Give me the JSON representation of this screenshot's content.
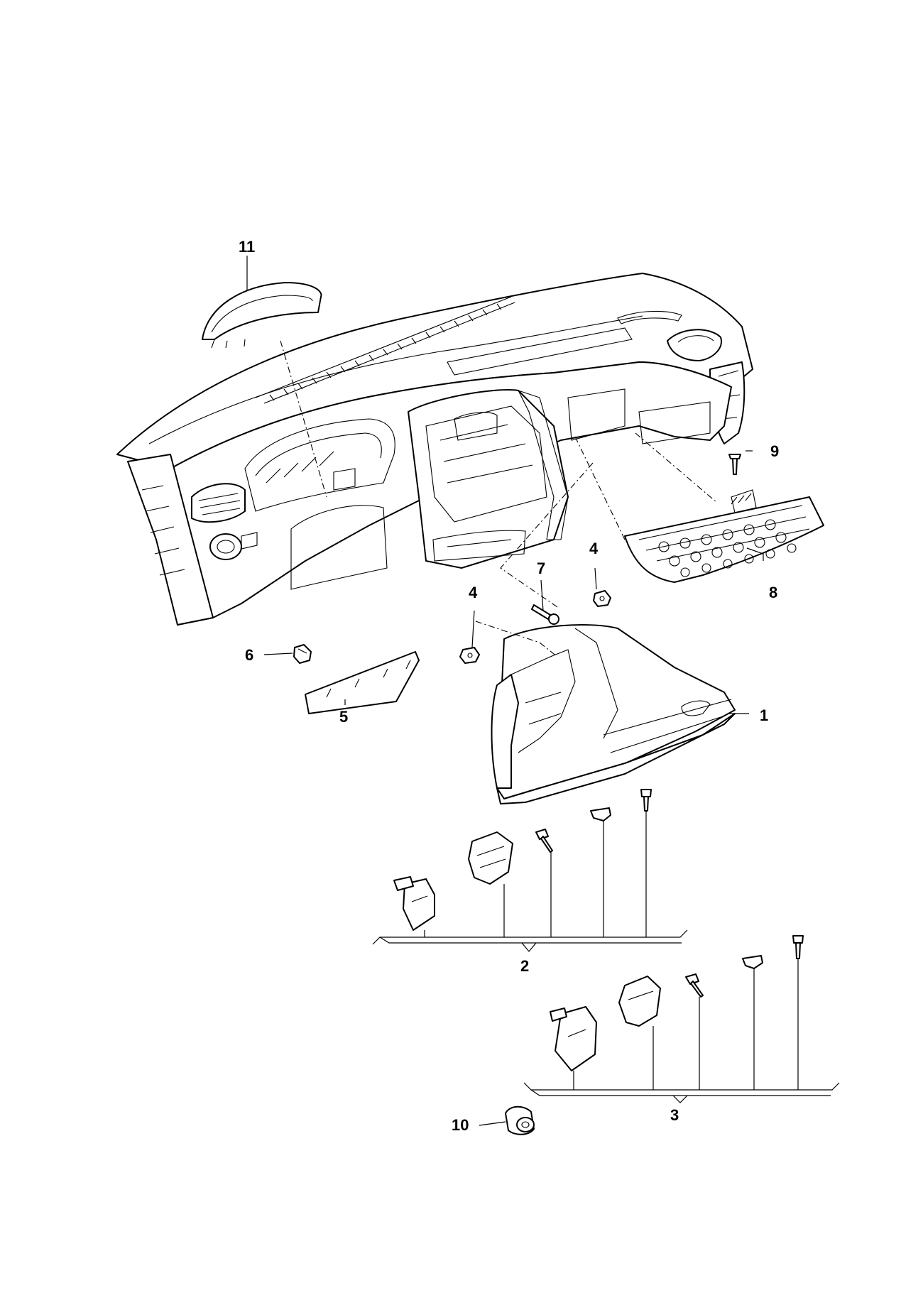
{
  "diagram": {
    "type": "exploded-parts-view",
    "callouts": {
      "c1": "1",
      "c2": "2",
      "c3": "3",
      "c4a": "4",
      "c4b": "4",
      "c5": "5",
      "c6": "6",
      "c7": "7",
      "c8": "8",
      "c9": "9",
      "c10": "10",
      "c11": "11"
    }
  }
}
